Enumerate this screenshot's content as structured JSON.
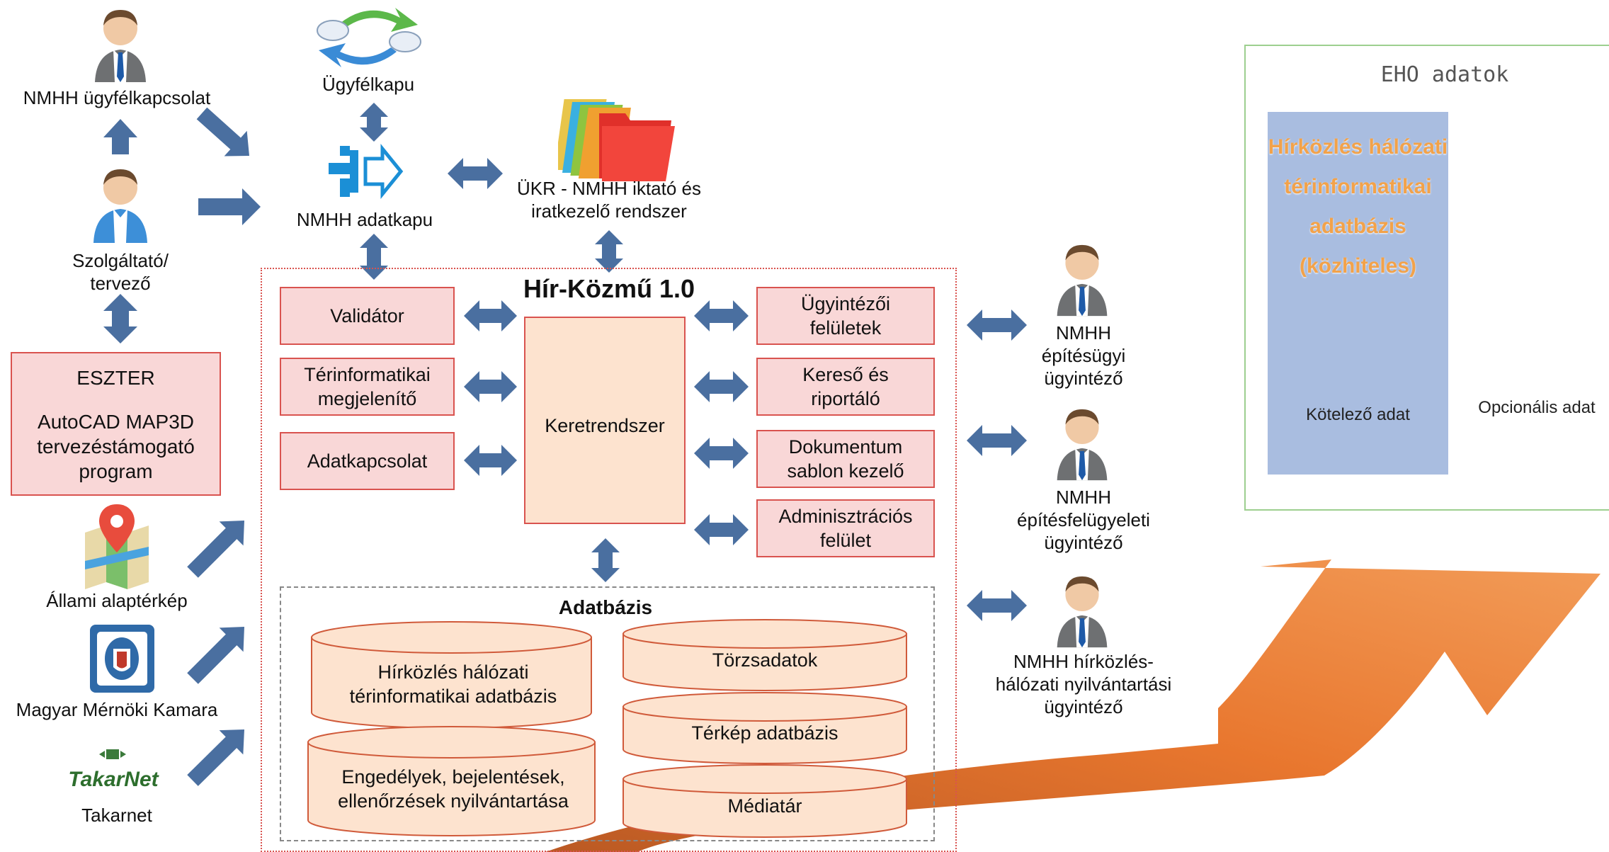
{
  "actors": {
    "ugyfelkapcsolat": "NMHH ügyfélkapcsolat",
    "szolgaltato": "Szolgáltató/\ntervező",
    "ugyfelkapu": "Ügyfélkapu",
    "adatkapu": "NMHH adatkapu",
    "ukr": "ÜKR - NMHH iktató és\niratkezelő rendszer",
    "epitesugyi": "NMHH\népítésügyi\nügyintéző",
    "epitesfelugyeleti": "NMHH\népítésfelügyeleti\nügyintéző",
    "hirkozles": "NMHH hírközlés-\nhálózati nyilvántartási\nügyintéző"
  },
  "eszter": {
    "title": "ESZTER",
    "desc": "AutoCAD MAP3D\ntervezéstámogató\nprogram"
  },
  "sources": {
    "allami": "Állami alaptérkép",
    "mmk": "Magyar Mérnöki Kamara",
    "takarnet": "Takarnet",
    "takarnet_logo": "TakarNet"
  },
  "system": {
    "title": "Hír-Közmű 1.0",
    "keretrendszer": "Keretrendszer",
    "left_modules": [
      "Validátor",
      "Térinformatikai\nmegjelenítő",
      "Adatkapcsolat"
    ],
    "right_modules": [
      "Ügyintézői\nfelületek",
      "Kereső és\nriportáló",
      "Dokumentum\nsablon kezelő",
      "Adminisztrációs\nfelület"
    ],
    "db_title": "Adatbázis",
    "dbs": [
      "Hírközlés hálózati\ntérinformatikai adatbázis",
      "Engedélyek, bejelentések,\nellenőrzések nyilvántartása",
      "Törzsadatok",
      "Térkép adatbázis",
      "Médiatár"
    ]
  },
  "eho": {
    "title": "EHO adatok",
    "mandatory_text": "Hírközlés hálózati\ntérinformatikai\nadatbázis\n(közhiteles)",
    "mandatory_label": "Kötelező adat",
    "optional_label": "Opcionális adat"
  },
  "colors": {
    "arrow": "#4a6fa0",
    "pink_fill": "#f9d7d7",
    "pink_border": "#d9534f",
    "db_fill": "#fde3cf",
    "db_border": "#d05a3a",
    "eho_blue": "#a9bde0",
    "eho_text": "#f2a24a",
    "big_arrow": "#e87a30"
  }
}
